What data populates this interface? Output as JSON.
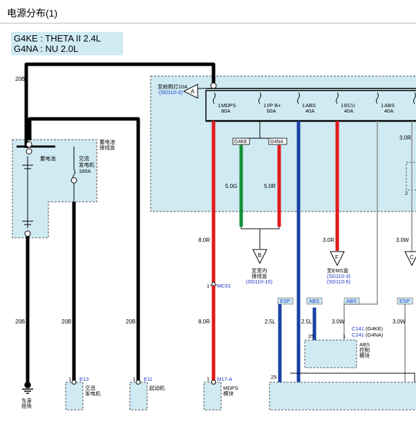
{
  "page": {
    "title": "电源分布(1)"
  },
  "engine": {
    "line1": "G4KE : THETA II 2.4L",
    "line2": "G4NA : NU 2.0L"
  },
  "wires": {
    "w20b": "20B",
    "w50g": "5.0G",
    "w50r": "5.0R",
    "w80r": "8.0R",
    "w30r": "3.0R",
    "w30w": "3.0W",
    "w25l": "2.5L"
  },
  "battery_box": {
    "title": "蓄电池",
    "title2": "接线盒",
    "battery": "蓄电池",
    "alt": "交流",
    "alt2": "发电机",
    "alt_fuse": "180A"
  },
  "fusebox": {
    "ref_label": "至前照灯10A",
    "ref_code": "(SD110-2)",
    "ref_letter": "A",
    "fuses": [
      {
        "num": "1",
        "name": "MDPS",
        "rating": "80A"
      },
      {
        "num": "1",
        "name": "I/P B+",
        "rating": "60A"
      },
      {
        "num": "1",
        "name": "ABS",
        "rating": "40A"
      },
      {
        "num": "1",
        "name": "ECU",
        "rating": "40A"
      },
      {
        "num": "1",
        "name": "ABS",
        "rating": "40A"
      }
    ]
  },
  "variants": {
    "g4ke": "G4KE",
    "g4na": "G4NA"
  },
  "refs": {
    "b_letter": "B",
    "b_line1": "至室内",
    "b_line2": "接线盒",
    "b_code": "(SD110-10)",
    "f_letter": "F",
    "f_line1": "至EMS盒",
    "f_code1": "(SD110-3)",
    "f_code2": "(SD110-5)",
    "c_letter": "C"
  },
  "labels": {
    "mc51": "MC51",
    "esp": "ESP",
    "abs": "ABS",
    "c141": "C141",
    "c141_tag": "(G4KE)",
    "c241": "C241",
    "c241_tag": "(G4NA)",
    "abs_mod1": "ABS",
    "abs_mod2": "控制",
    "abs_mod3": "模块",
    "pin_1": "1",
    "pin_2": "2",
    "pin_25": "25",
    "e13": "E13",
    "e11": "E11",
    "m17": "M17-A",
    "ground1": "车身",
    "ground2": "搭铁",
    "alt_comp1": "交流",
    "alt_comp2": "发电机",
    "starter": "起动机",
    "mdps1": "MDPS",
    "mdps2": "模块"
  },
  "colors": {
    "black": "#000000",
    "red": "#e3191b",
    "green": "#17913a",
    "blue": "#1a41a6",
    "white_wire": "#9a9a9a",
    "fill": "#cfeaf2",
    "link": "#1a33c8"
  }
}
